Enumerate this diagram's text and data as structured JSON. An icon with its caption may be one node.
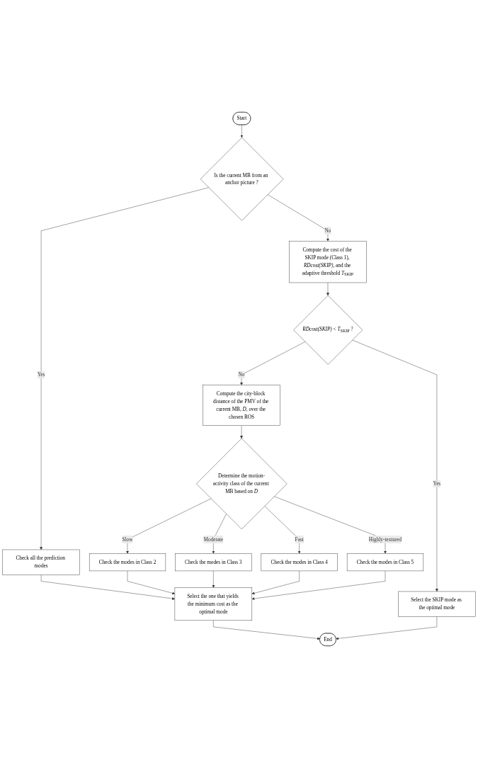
{
  "diagram": {
    "nodes": [
      {
        "text": [
          "Start"
        ]
      },
      {
        "text": [
          "Is the current MB from an anchor picture ?"
        ]
      },
      {
        "text": [
          "Compute the cost of the SKIP mode (Class 1), *RDcost(SKIP)*, and the adaptive threshold *T*$_{SKIP}$"
        ]
      },
      {
        "text": [
          "*RDcost(SKIP)* < *T*$_{SKIP}$ ?"
        ]
      },
      {
        "text": [
          "Check all the prediction modes"
        ]
      },
      {
        "text": [
          "Compute the city-block distance of the PMV of the current MB, *D*, over the chosen ROS"
        ]
      },
      {
        "text": [
          "Select the SKIP mode as the optimal mode"
        ]
      },
      {
        "text": [
          "Determine the motion-activity class of the current MB based on *D*"
        ]
      },
      {
        "text": [
          "Check the modes in Class 2"
        ]
      },
      {
        "text": [
          "Check the modes in Class 3"
        ]
      },
      {
        "text": [
          "Check the modes in Class 4"
        ]
      },
      {
        "text": [
          "Check the modes in Class 5"
        ]
      },
      {
        "text": [
          "Select the one that yields the minimum cost as the optimal mode"
        ]
      },
      {
        "text": [
          "End"
        ]
      }
    ],
    "edges": [
      {
        "from": 0,
        "to": 1,
        "arrow": "to"
      },
      {
        "from": 1,
        "to": 4,
        "label": "Yes",
        "arrow": "to"
      },
      {
        "from": 1,
        "to": 2,
        "label": "No",
        "arrow": "to"
      },
      {
        "from": 2,
        "to": 3,
        "arrow": "to"
      },
      {
        "from": 3,
        "to": 6,
        "label": "Yes",
        "arrow": "to"
      },
      {
        "from": 3,
        "to": 5,
        "label": "No",
        "arrow": "to"
      },
      {
        "from": 5,
        "to": 7,
        "arrow": "to"
      },
      {
        "from": 7,
        "to": 8,
        "label": "Slow",
        "arrow": "to"
      },
      {
        "from": 7,
        "to": 9,
        "label": "Moderate",
        "arrow": "to"
      },
      {
        "from": 7,
        "to": 10,
        "label": "Fast",
        "arrow": "to"
      },
      {
        "from": 7,
        "to": 11,
        "label": "Highly-textured",
        "arrow": "to"
      },
      {
        "from": 4,
        "to": 12,
        "arrow": "to"
      },
      {
        "from": 8,
        "to": 12,
        "arrow": "to"
      },
      {
        "from": 9,
        "to": 12,
        "arrow": "to"
      },
      {
        "from": 10,
        "to": 12,
        "arrow": "to"
      },
      {
        "from": 11,
        "to": 12,
        "arrow": "to"
      },
      {
        "from": 12,
        "to": 13,
        "arrow": "to"
      },
      {
        "from": 6,
        "to": 13,
        "arrow": "to"
      }
    ]
  }
}
